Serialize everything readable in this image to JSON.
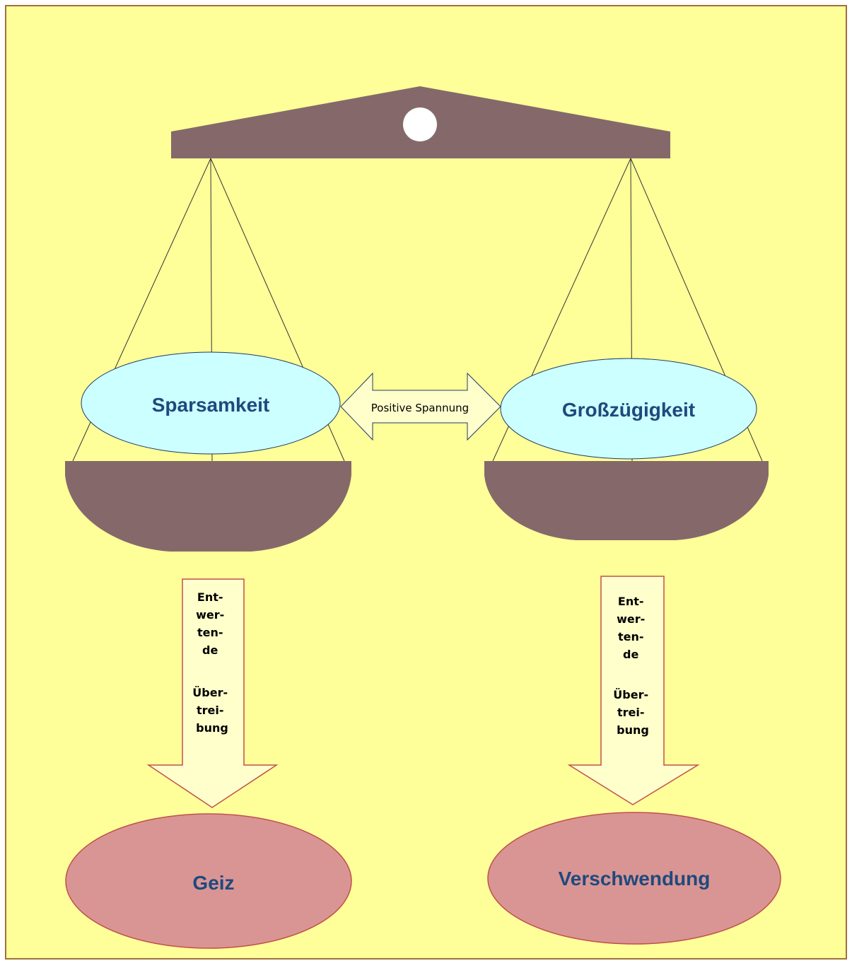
{
  "colors": {
    "background": "#ffff99",
    "frame": "#a0703a",
    "balance": "#85696a",
    "virtue_fill": "#ccffff",
    "vice_fill": "#d99594",
    "outline": "#1f3864",
    "vice_outline": "#c0504d",
    "arrow_fill": "#ffffcc",
    "text_blue": "#1f497d"
  },
  "diagram": {
    "left_virtue": "Sparsamkeit",
    "right_virtue": "Großzügigkeit",
    "tension_label": "Positive Spannung",
    "left_vice": "Geiz",
    "right_vice": "Verschwendung",
    "exaggeration_lines": [
      "Ent-",
      "wer-",
      "ten-",
      "de",
      "",
      "Über-",
      "trei-",
      "bung"
    ]
  }
}
